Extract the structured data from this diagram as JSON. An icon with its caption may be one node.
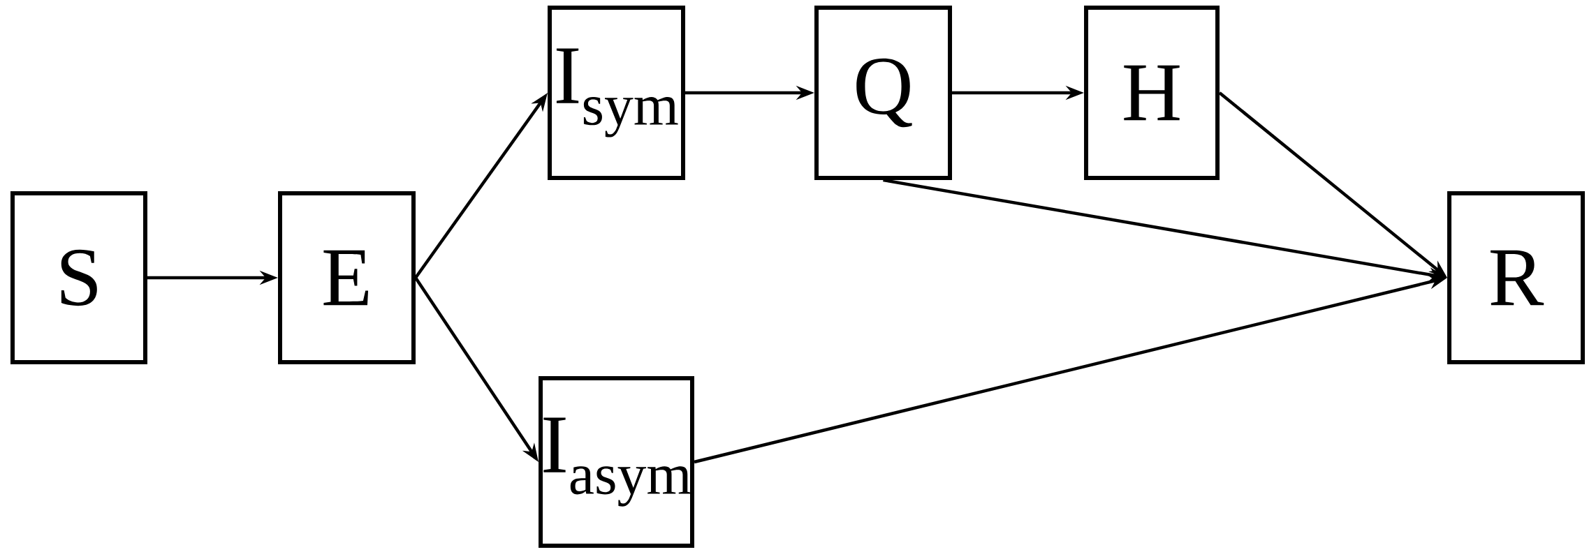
{
  "diagram": {
    "nodes": [
      {
        "text": [
          "S"
        ]
      },
      {
        "text": [
          "E"
        ]
      },
      {
        "text": [
          "I$_{sym}$"
        ]
      },
      {
        "text": [
          "Q"
        ]
      },
      {
        "text": [
          "H"
        ]
      },
      {
        "text": [
          "I$_{asym}$"
        ]
      },
      {
        "text": [
          "R"
        ]
      }
    ],
    "edges": [
      {
        "from": 0,
        "to": 1,
        "arrow": "to"
      },
      {
        "from": 1,
        "to": 2,
        "arrow": "to"
      },
      {
        "from": 1,
        "to": 5,
        "arrow": "to"
      },
      {
        "from": 2,
        "to": 3,
        "arrow": "to"
      },
      {
        "from": 3,
        "to": 4,
        "arrow": "to"
      },
      {
        "from": 4,
        "to": 6,
        "arrow": "to"
      },
      {
        "from": 3,
        "to": 6,
        "arrow": "to"
      },
      {
        "from": 5,
        "to": 6,
        "arrow": "to"
      }
    ]
  }
}
